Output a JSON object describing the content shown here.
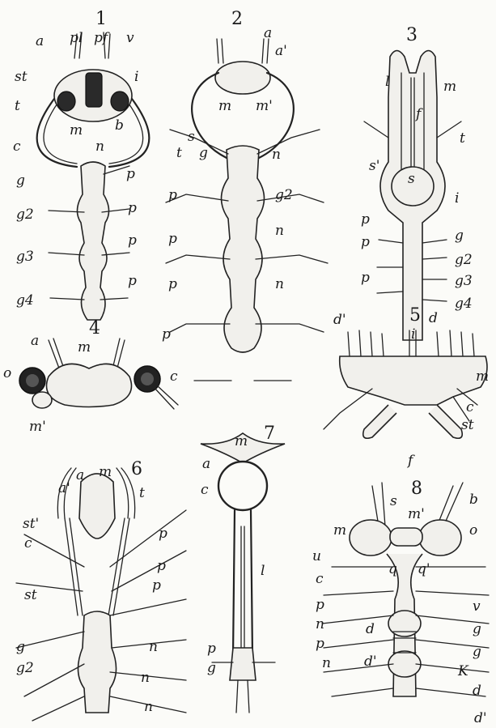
{
  "figures": [
    {
      "number": "1",
      "labels": [
        "a",
        "pl",
        "pf",
        "v",
        "st",
        "i",
        "t",
        "m",
        "b",
        "c",
        "n",
        "g",
        "p",
        "g2",
        "p",
        "g3",
        "p",
        "g4",
        "p"
      ]
    },
    {
      "number": "2",
      "labels": [
        "a",
        "a'",
        "m",
        "m'",
        "s",
        "t",
        "g",
        "n",
        "g2",
        "p",
        "p",
        "n",
        "p",
        "n",
        "p"
      ]
    },
    {
      "number": "3",
      "labels": [
        "l",
        "m",
        "f",
        "t",
        "s'",
        "s",
        "i",
        "p",
        "g",
        "p",
        "g2",
        "p",
        "g3",
        "g4"
      ]
    },
    {
      "number": "4",
      "labels": [
        "a",
        "m",
        "o",
        "c",
        "m'"
      ]
    },
    {
      "number": "5",
      "labels": [
        "d'",
        "d",
        "i",
        "m",
        "c",
        "st",
        "f"
      ]
    },
    {
      "number": "6",
      "labels": [
        "a",
        "m",
        "a'",
        "t",
        "st'",
        "c",
        "p",
        "st",
        "p",
        "p",
        "g",
        "n",
        "g2",
        "n",
        "n"
      ]
    },
    {
      "number": "7",
      "labels": [
        "m",
        "a",
        "c",
        "l",
        "p",
        "g"
      ]
    },
    {
      "number": "8",
      "labels": [
        "s",
        "b",
        "m'",
        "m",
        "o",
        "u",
        "c",
        "q",
        "q'",
        "p",
        "v",
        "n",
        "d",
        "g",
        "p",
        "n",
        "d'",
        "g",
        "K",
        "d",
        "d'"
      ]
    }
  ]
}
